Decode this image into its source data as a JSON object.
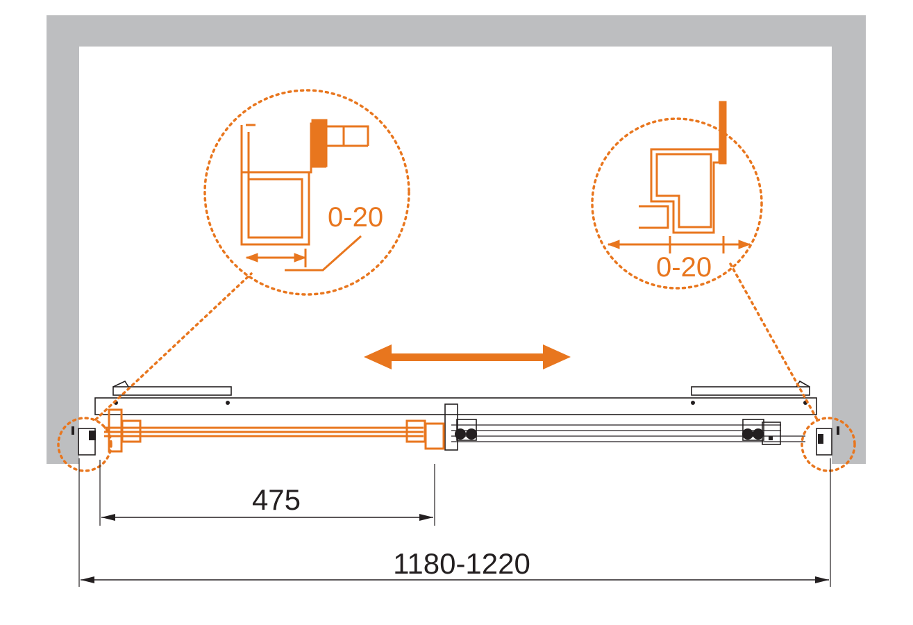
{
  "colors": {
    "wall": "#bdbec0",
    "accent": "#e8761e",
    "line": "#231f20",
    "background": "#ffffff"
  },
  "detail_left": {
    "adjustment_label": "0-20"
  },
  "detail_right": {
    "adjustment_label": "0-20"
  },
  "dimensions": {
    "door_width": "475",
    "overall_width": "1180-1220"
  },
  "arrow_icon": "double-headed-arrow-icon"
}
